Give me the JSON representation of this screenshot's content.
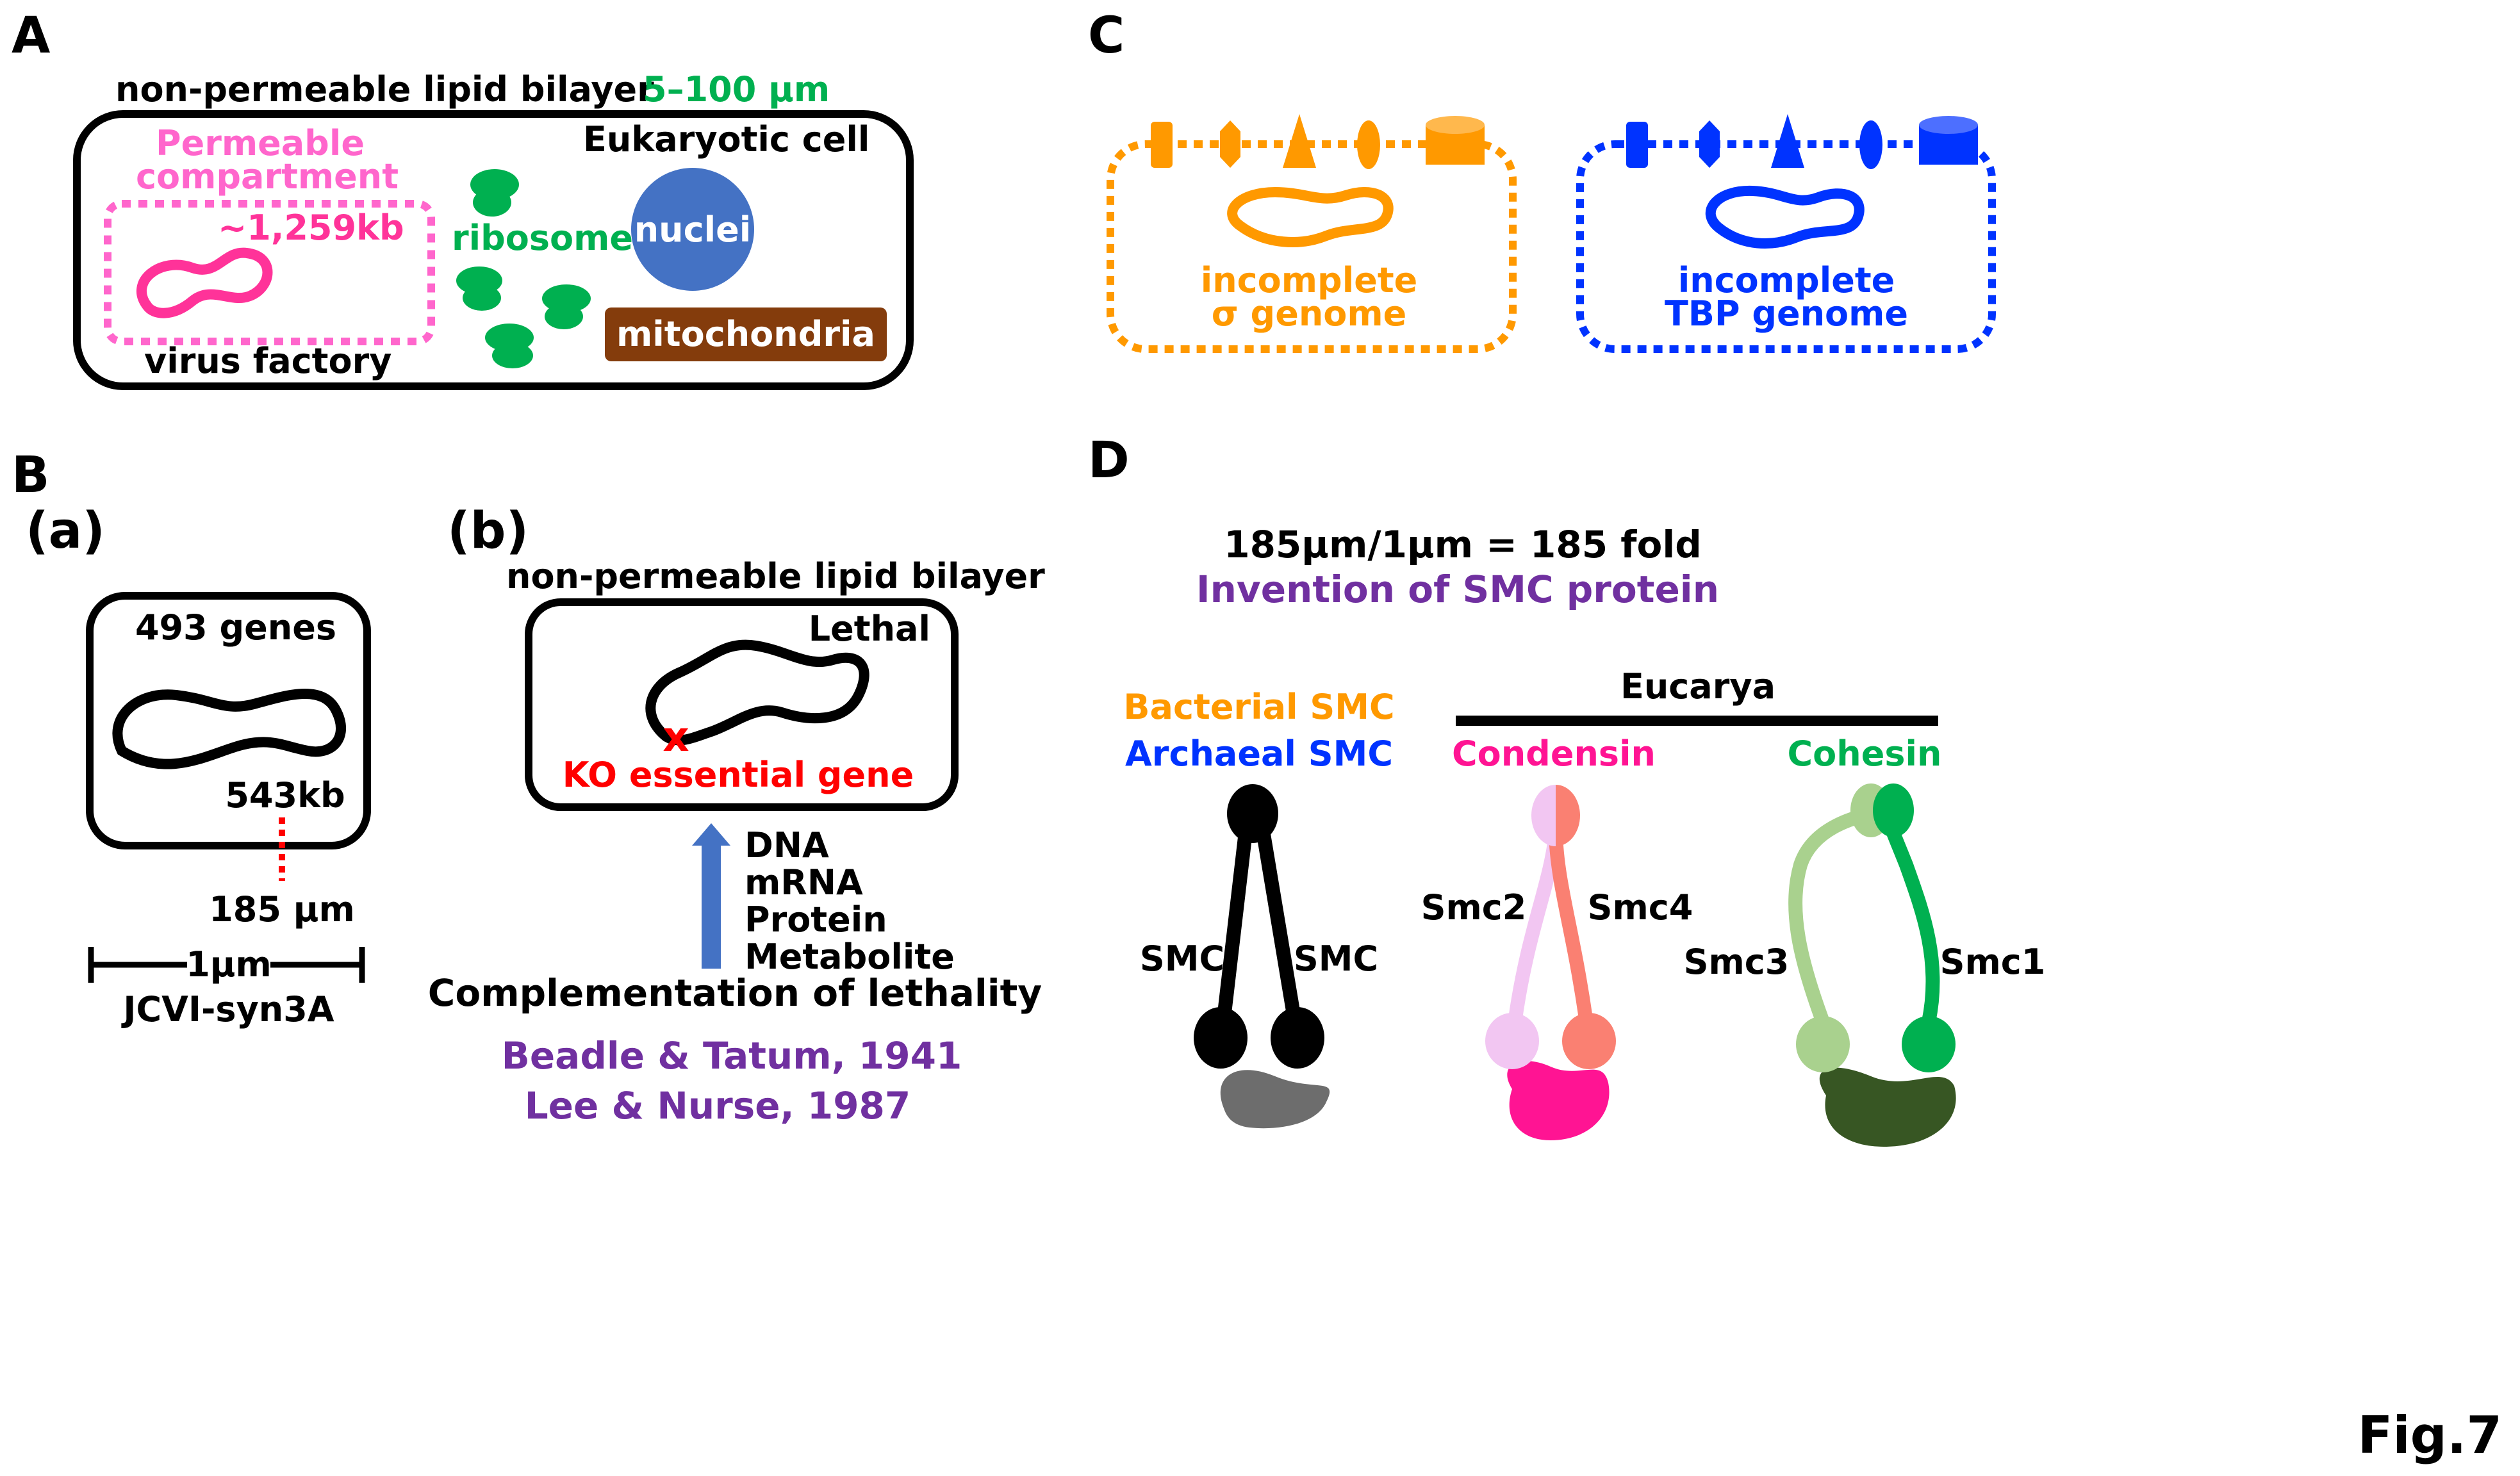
{
  "colors": {
    "black": "#000000",
    "pink": "#ff66cc",
    "magenta": "#ff3399",
    "green": "#00b050",
    "blue": "#4472c4",
    "brown": "#843c0c",
    "orange": "#ff9900",
    "bright_blue": "#0033ff",
    "red": "#ff0000",
    "purple": "#7030a0",
    "grey": "#6d6d6d",
    "light_pink": "#f2c6f2",
    "salmon": "#fa8072",
    "light_green": "#a9d18e",
    "dark_green": "#375623",
    "hot_pink": "#ff1493"
  },
  "panel_a": {
    "letter": "A",
    "membrane_label": "non-permeable lipid bilayer",
    "size_label": "5–100 μm",
    "cell_label": "Eukaryotic cell",
    "compartment_label_1": "Permeable",
    "compartment_label_2": "compartment",
    "genome_size": "~1,259kb",
    "ribosome_label": "ribosome",
    "nuclei_label": "nuclei",
    "mitochondria_label": "mitochondria",
    "factory_label": "virus factory"
  },
  "panel_b": {
    "letter": "B",
    "sub_a": "(a)",
    "sub_b": "(b)",
    "genes": "493 genes",
    "genome_kb": "543kb",
    "length": "185 μm",
    "scale": "1μm",
    "organism": "JCVI-syn3A",
    "membrane_label": "non-permeable lipid bilayer",
    "lethal": "Lethal",
    "ko_mark": "x",
    "ko_label": "KO essential gene",
    "molecules": [
      "DNA",
      "mRNA",
      "Protein",
      "Metabolite"
    ],
    "complementation": "Complementation of lethality",
    "ref1": "Beadle & Tatum, 1941",
    "ref2": "Lee & Nurse, 1987"
  },
  "panel_c": {
    "letter": "C",
    "sigma_line1": "incomplete",
    "sigma_line2": "σ genome",
    "tbp_line1": "incomplete",
    "tbp_line2": "TBP genome"
  },
  "panel_d": {
    "letter": "D",
    "ratio": "185μm/1μm = 185 fold",
    "invention": "Invention of SMC protein",
    "bacterial": "Bacterial SMC",
    "archaeal": "Archaeal SMC",
    "eucarya": "Eucarya",
    "condensin": "Condensin",
    "cohesin": "Cohesin",
    "smc_left": "SMC",
    "smc_right": "SMC",
    "smc2": "Smc2",
    "smc4": "Smc4",
    "smc3": "Smc3",
    "smc1": "Smc1"
  },
  "figure_label": "Fig.7"
}
